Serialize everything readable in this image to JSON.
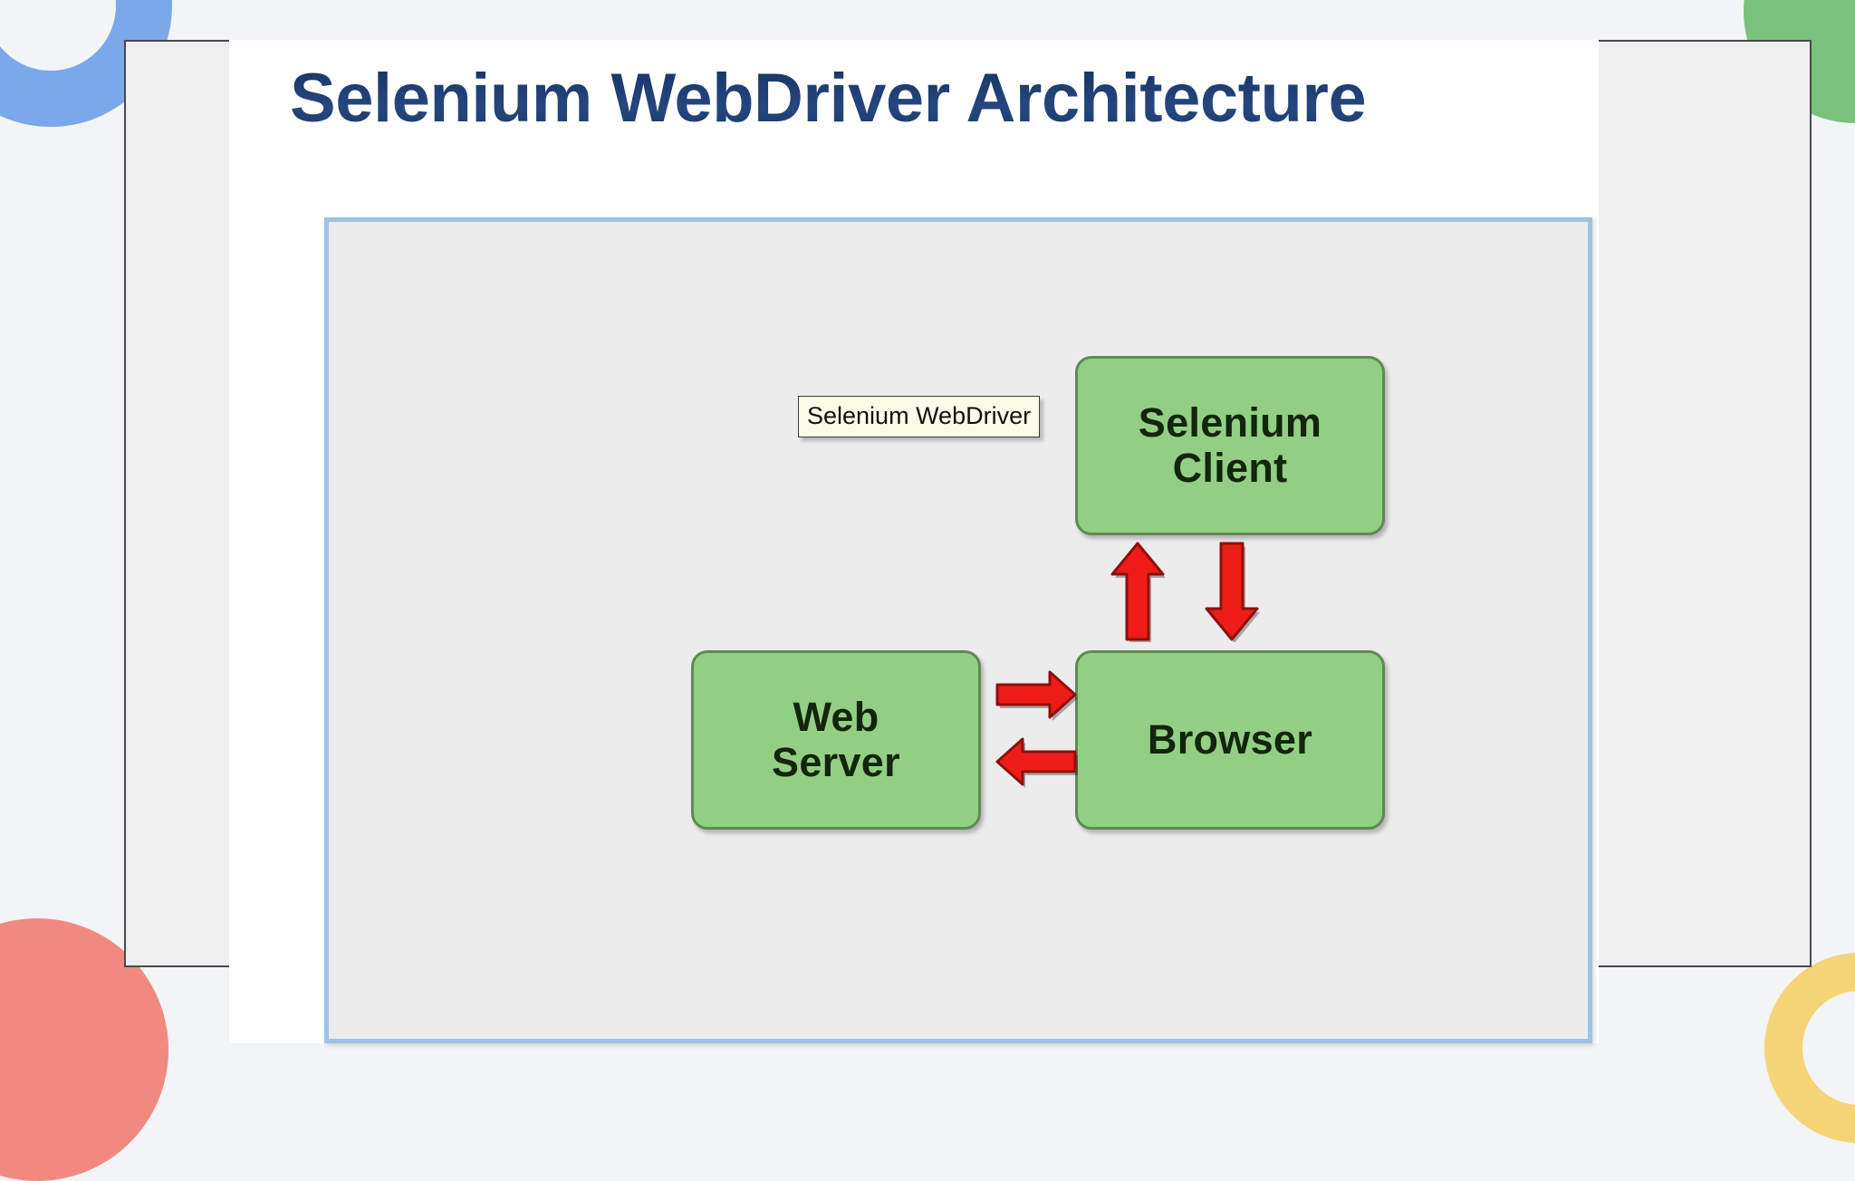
{
  "slide": {
    "title": "Selenium WebDriver Architecture"
  },
  "diagram": {
    "tooltip": {
      "label": "Selenium WebDriver"
    },
    "nodes": [
      {
        "id": "selenium-client",
        "label": "Selenium\nClient"
      },
      {
        "id": "web-server",
        "label": "Web\nServer"
      },
      {
        "id": "browser",
        "label": "Browser"
      }
    ],
    "arrows": [
      {
        "id": "arrow-up-client",
        "direction": "up",
        "from": "Browser",
        "to": "Selenium Client"
      },
      {
        "id": "arrow-down-client",
        "direction": "down",
        "from": "Selenium Client",
        "to": "Browser"
      },
      {
        "id": "arrow-right-server",
        "direction": "right",
        "from": "Web Server",
        "to": "Browser"
      },
      {
        "id": "arrow-left-server",
        "direction": "left",
        "from": "Browser",
        "to": "Web Server"
      }
    ]
  },
  "colors": {
    "title_navy": "#1F3864",
    "node_green_fill": "#93CE85",
    "node_green_border": "#5E8A54",
    "arrow_red": "#EE1C16",
    "arrow_red_dark": "#8E0F0A",
    "frame_blue_border": "#9EC3E6",
    "frame_grey_fill": "#ECECEC",
    "tooltip_cream": "#FBFBE8",
    "page_white": "#FFFFFF",
    "panel_grey": "#EFEFEF",
    "deco_blue": "#7BA7EB",
    "deco_green": "#7AC17C",
    "deco_salmon": "#F08A80",
    "deco_yellow": "#F5D478"
  },
  "decorations": [
    {
      "id": "deco-blue-ring",
      "shape": "ring",
      "corner": "top-left"
    },
    {
      "id": "deco-green-circle",
      "shape": "circle",
      "corner": "top-right"
    },
    {
      "id": "deco-salmon-circle",
      "shape": "circle",
      "corner": "bottom-left"
    },
    {
      "id": "deco-yellow-ring",
      "shape": "ring",
      "corner": "bottom-right"
    }
  ]
}
